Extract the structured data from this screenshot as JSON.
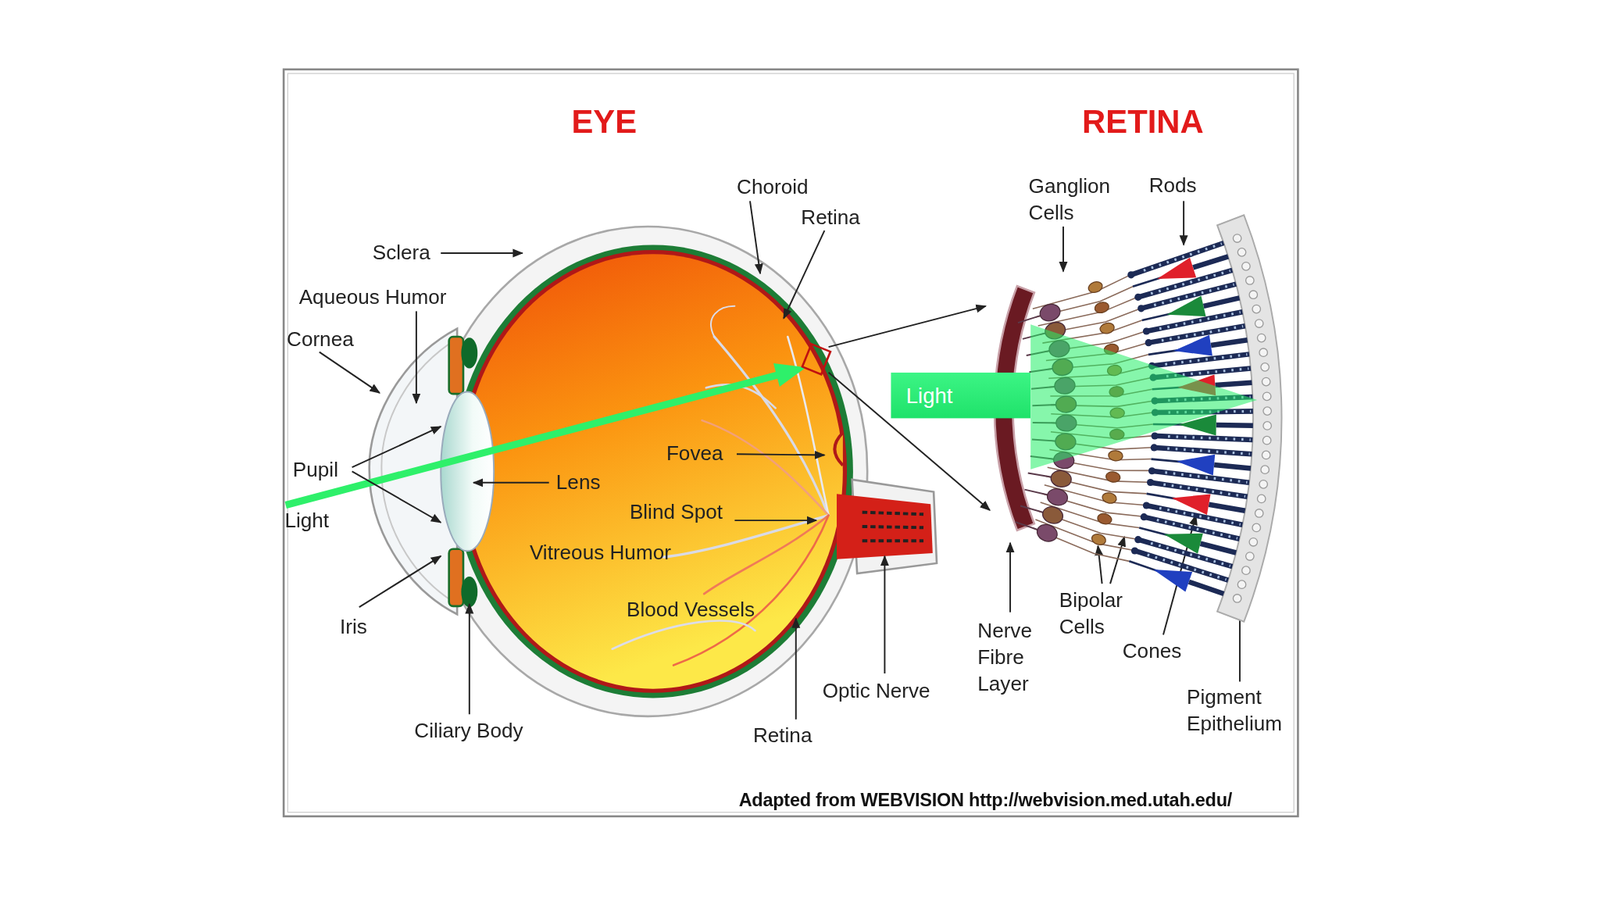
{
  "diagram": {
    "caption": "Adapted from WEBVISION http://webvision.med.utah.edu/",
    "nodes": [
      {
        "text": [
          "Light"
        ]
      }
    ],
    "labels": [
      "EYE",
      "RETINA",
      "Choroid",
      "Retina",
      "Sclera",
      "Aqueous Humor",
      "Cornea",
      "Pupil",
      "Light",
      "Lens",
      "Fovea",
      "Blind Spot",
      "Vitreous Humor",
      "Blood Vessels",
      "Iris",
      "Ciliary Body",
      "Retina",
      "Optic Nerve",
      "Ganglion Cells",
      "Rods",
      "Nerve Fibre Layer",
      "Bipolar Cells",
      "Cones",
      "Pigment Epithelium"
    ]
  }
}
